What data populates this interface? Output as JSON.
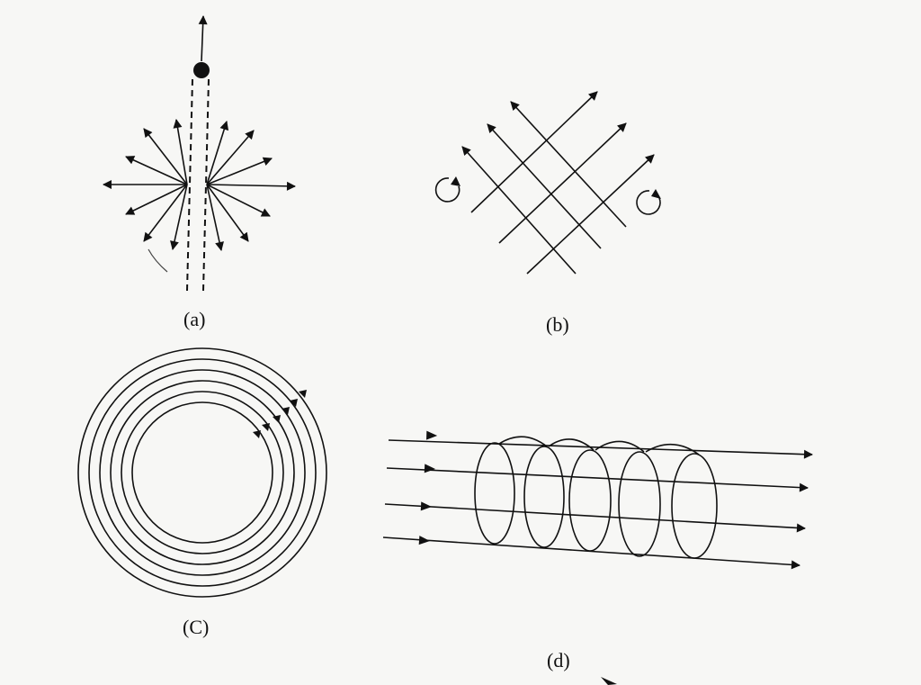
{
  "panels": {
    "a": {
      "label": "(a)"
    },
    "b": {
      "label": "(b)"
    },
    "c": {
      "label": "(C)"
    },
    "d": {
      "label": "(d)"
    }
  }
}
